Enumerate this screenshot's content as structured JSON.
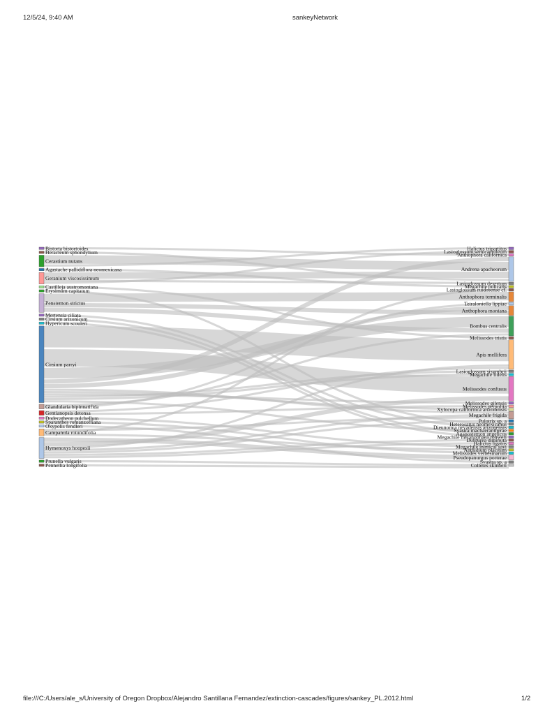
{
  "page": {
    "timestamp": "12/5/24, 9:40 AM",
    "title": "sankeyNetwork",
    "url": "file:///C:/Users/ale_s/University of Oregon Dropbox/Alejandro Santillana Fernandez/extinction-cascades/figures/sankey_PL.2012.html",
    "page_number": "1/2"
  },
  "sankey": {
    "plants": [
      {
        "name": "Bistorta bistortoides",
        "value": 1,
        "color": "#9467bd"
      },
      {
        "name": "Heracleum sphondylium",
        "value": 1,
        "color": "#8c564b"
      },
      {
        "name": "Cerastium nutans",
        "value": 5,
        "color": "#2ca02c"
      },
      {
        "name": "Agastache pallidiflora neomexicana",
        "value": 1,
        "color": "#1f77b4"
      },
      {
        "name": "Geranium viscosissimum",
        "value": 5,
        "color": "#ff9896"
      },
      {
        "name": "Castilleja austromontana",
        "value": 1,
        "color": "#98df8a"
      },
      {
        "name": "Erysimum capitatum",
        "value": 1,
        "color": "#2ca02c"
      },
      {
        "name": "Penstemon strictus",
        "value": 8,
        "color": "#c5b0d5"
      },
      {
        "name": "Mertensia ciliata",
        "value": 1,
        "color": "#9467bd"
      },
      {
        "name": "Cirsium arizonicum",
        "value": 1,
        "color": "#7f7f7f"
      },
      {
        "name": "Hypericum scouleri",
        "value": 1,
        "color": "#17becf"
      },
      {
        "name": "Cirsium parryi",
        "value": 33,
        "color": "#4a85bf"
      },
      {
        "name": "Glandularia bipinnatifida",
        "value": 2,
        "color": "#c49c94"
      },
      {
        "name": "Gentianopsis detonsa",
        "value": 2,
        "color": "#d62728"
      },
      {
        "name": "Dodecatheon pulchellum",
        "value": 1,
        "color": "#e377c2"
      },
      {
        "name": "Sparanthes romanzoffiana",
        "value": 1,
        "color": "#bcbd22"
      },
      {
        "name": "Oxypolis fendleri",
        "value": 1,
        "color": "#aec7e8"
      },
      {
        "name": "Campanula rotundifolia",
        "value": 3,
        "color": "#ffbb78"
      },
      {
        "name": "Hymenoxys hoopesii",
        "value": 9,
        "color": "#aec7e8"
      },
      {
        "name": "Prunella vulgaris",
        "value": 1,
        "color": "#2ca02c"
      },
      {
        "name": "Pennellia longifolia",
        "value": 1,
        "color": "#8c564b"
      }
    ],
    "pollinators": [
      {
        "name": "Halictus tripartitus",
        "value": 1,
        "color": "#9467bd"
      },
      {
        "name": "Lasioglossum semicaeruleum",
        "value": 1,
        "color": "#8c564b"
      },
      {
        "name": "Anthophora californica",
        "value": 1,
        "color": "#e377c2"
      },
      {
        "name": "Andrena apacheorum",
        "value": 10,
        "color": "#aec7e8"
      },
      {
        "name": "Lasioglossum desertum",
        "value": 1,
        "color": "#7f7f7f"
      },
      {
        "name": "Megachile policaris",
        "value": 1,
        "color": "#bcbd22"
      },
      {
        "name": "Lasioglossum ruidosense cf.",
        "value": 1,
        "color": "#8c564b"
      },
      {
        "name": "Anthophora terminalis",
        "value": 4,
        "color": "#e6873a"
      },
      {
        "name": "Tetraloniella lippiae",
        "value": 1,
        "color": "#aec7e8"
      },
      {
        "name": "Anthophora montana",
        "value": 4,
        "color": "#e6873a"
      },
      {
        "name": "Bombus centralis",
        "value": 8,
        "color": "#3fa05a"
      },
      {
        "name": "Melissodes tristis",
        "value": 1,
        "color": "#8c564b"
      },
      {
        "name": "Apis mellifera",
        "value": 12,
        "color": "#ffbb78"
      },
      {
        "name": "Lasioglossum sisymbrii",
        "value": 1,
        "color": "#7f7f7f"
      },
      {
        "name": "Megachile fidelis",
        "value": 1,
        "color": "#17becf"
      },
      {
        "name": "Melissodes confusus",
        "value": 10,
        "color": "#e377c2"
      },
      {
        "name": "Melissodes gilensis",
        "value": 1,
        "color": "#9467bd"
      },
      {
        "name": "Melissodes perpolita",
        "value": 1,
        "color": "#ff9896"
      },
      {
        "name": "Xylocopa californica arizonensis",
        "value": 1,
        "color": "#dbdb8d"
      },
      {
        "name": "Megachile frigida",
        "value": 3,
        "color": "#c49c94"
      },
      {
        "name": "Pulotrix sp. a",
        "value": 1,
        "color": "#1f77b4"
      },
      {
        "name": "Heterosarus neomexicanus",
        "value": 1,
        "color": "#7f7f7f"
      },
      {
        "name": "Dieunomia nevadensis arizonensis",
        "value": 1,
        "color": "#17becf"
      },
      {
        "name": "Svastra machaerantherae",
        "value": 1,
        "color": "#ff7f0e"
      },
      {
        "name": "Agapostemon angelicus",
        "value": 1,
        "color": "#2ca02c"
      },
      {
        "name": "Megachile melanophaea rohweri",
        "value": 1,
        "color": "#9467bd"
      },
      {
        "name": "Dufourea diminuta",
        "value": 1,
        "color": "#8c564b"
      },
      {
        "name": "Halictus ligatus",
        "value": 1,
        "color": "#e377c2"
      },
      {
        "name": "Megachile inimical sayi",
        "value": 1,
        "color": "#7f7f7f"
      },
      {
        "name": "Anthidium placitum",
        "value": 1,
        "color": "#bcbd22"
      },
      {
        "name": "Melissodes verbesinarum",
        "value": 1,
        "color": "#17becf"
      },
      {
        "name": "Pseudopanurgus porterae",
        "value": 2,
        "color": "#f7b6d2"
      },
      {
        "name": "Svastra sp. a",
        "value": 1,
        "color": "#7f7f7f"
      },
      {
        "name": "Colletes skinneri",
        "value": 1,
        "color": "#c7c7c7"
      }
    ],
    "links": [
      [
        "Cirsium parryi",
        "Apis mellifera",
        10
      ],
      [
        "Cirsium parryi",
        "Melissodes confusus",
        8
      ],
      [
        "Cirsium parryi",
        "Bombus centralis",
        5
      ],
      [
        "Cirsium parryi",
        "Andrena apacheorum",
        2
      ],
      [
        "Cirsium parryi",
        "Anthophora montana",
        2
      ],
      [
        "Cirsium parryi",
        "Megachile frigida",
        1
      ],
      [
        "Cirsium parryi",
        "Xylocopa californica arizonensis",
        1
      ],
      [
        "Cirsium parryi",
        "Melissodes gilensis",
        1
      ],
      [
        "Cirsium parryi",
        "Lasioglossum sisymbrii",
        1
      ],
      [
        "Cirsium parryi",
        "Megachile fidelis",
        1
      ],
      [
        "Cirsium parryi",
        "Svastra machaerantherae",
        1
      ],
      [
        "Cerastium nutans",
        "Andrena apacheorum",
        4
      ],
      [
        "Cerastium nutans",
        "Halictus tripartitus",
        1
      ],
      [
        "Geranium viscosissimum",
        "Andrena apacheorum",
        3
      ],
      [
        "Geranium viscosissimum",
        "Lasioglossum desertum",
        1
      ],
      [
        "Geranium viscosissimum",
        "Lasioglossum semicaeruleum",
        1
      ],
      [
        "Penstemon strictus",
        "Anthophora terminalis",
        4
      ],
      [
        "Penstemon strictus",
        "Anthophora montana",
        2
      ],
      [
        "Penstemon strictus",
        "Bombus centralis",
        2
      ],
      [
        "Hymenoxys hoopesii",
        "Pseudopanurgus porterae",
        2
      ],
      [
        "Hymenoxys hoopesii",
        "Melissodes confusus",
        2
      ],
      [
        "Hymenoxys hoopesii",
        "Apis mellifera",
        1
      ],
      [
        "Hymenoxys hoopesii",
        "Megachile frigida",
        1
      ],
      [
        "Hymenoxys hoopesii",
        "Pulotrix sp. a",
        1
      ],
      [
        "Hymenoxys hoopesii",
        "Dufourea diminuta",
        1
      ],
      [
        "Hymenoxys hoopesii",
        "Halictus ligatus",
        1
      ],
      [
        "Campanula rotundifolia",
        "Megachile frigida",
        1
      ],
      [
        "Campanula rotundifolia",
        "Lasioglossum ruidosense cf.",
        1
      ],
      [
        "Campanula rotundifolia",
        "Anthidium placitum",
        1
      ],
      [
        "Glandularia bipinnatifida",
        "Bombus centralis",
        1
      ],
      [
        "Glandularia bipinnatifida",
        "Tetraloniella lippiae",
        1
      ],
      [
        "Gentianopsis detonsa",
        "Apis mellifera",
        1
      ],
      [
        "Gentianopsis detonsa",
        "Melissodes perpolita",
        1
      ],
      [
        "Bistorta bistortoides",
        "Anthophora californica",
        1
      ],
      [
        "Heracleum sphondylium",
        "Andrena apacheorum",
        1
      ],
      [
        "Agastache pallidiflora neomexicana",
        "Megachile policaris",
        1
      ],
      [
        "Castilleja austromontana",
        "Melissodes tristis",
        1
      ],
      [
        "Erysimum capitatum",
        "Heterosarus neomexicanus",
        1
      ],
      [
        "Mertensia ciliata",
        "Dieunomia nevadensis arizonensis",
        1
      ],
      [
        "Cirsium arizonicum",
        "Agapostemon angelicus",
        1
      ],
      [
        "Hypericum scouleri",
        "Megachile melanophaea rohweri",
        1
      ],
      [
        "Dodecatheon pulchellum",
        "Megachile inimical sayi",
        1
      ],
      [
        "Sparanthes romanzoffiana",
        "Melissodes verbesinarum",
        1
      ],
      [
        "Oxypolis fendleri",
        "Svastra sp. a",
        1
      ],
      [
        "Prunella vulgaris",
        "Colletes skinneri",
        1
      ],
      [
        "Pennellia longifolia",
        "Colletes skinneri",
        1
      ]
    ]
  }
}
